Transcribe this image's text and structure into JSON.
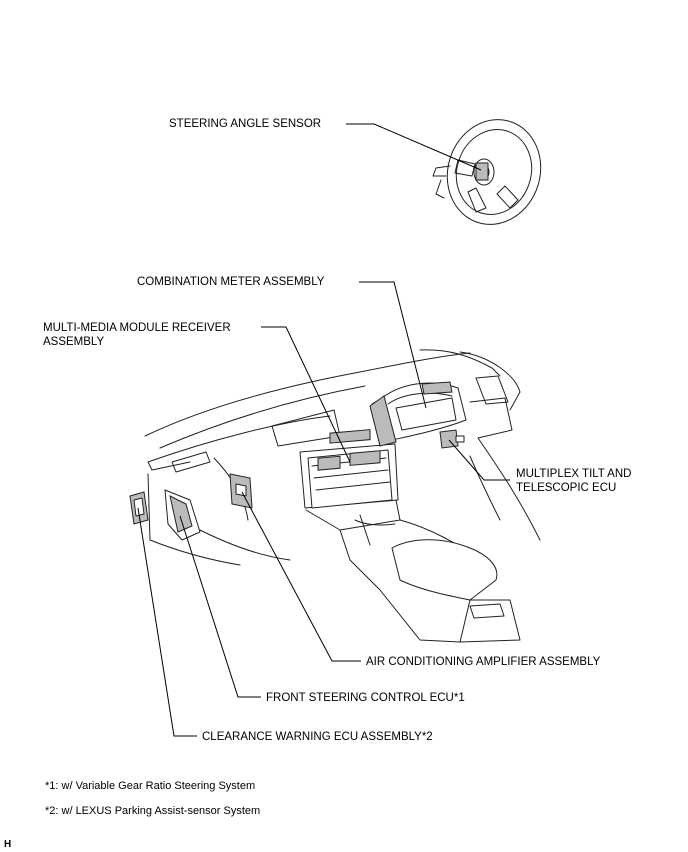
{
  "labels": {
    "steering_angle_sensor": "STEERING ANGLE SENSOR",
    "combination_meter": "COMBINATION METER ASSEMBLY",
    "multimedia_receiver": "MULTI-MEDIA MODULE RECEIVER\nASSEMBLY",
    "multiplex_tilt": "MULTIPLEX TILT AND\nTELESCOPIC ECU",
    "air_conditioning": "AIR CONDITIONING AMPLIFIER ASSEMBLY",
    "front_steering": "FRONT STEERING CONTROL ECU*1",
    "clearance_warning": "CLEARANCE WARNING ECU ASSEMBLY*2"
  },
  "footnotes": {
    "note1": "*1: w/ Variable Gear Ratio Steering System",
    "note2": "*2: w/ LEXUS Parking Assist-sensor System"
  },
  "corner_mark": "H"
}
